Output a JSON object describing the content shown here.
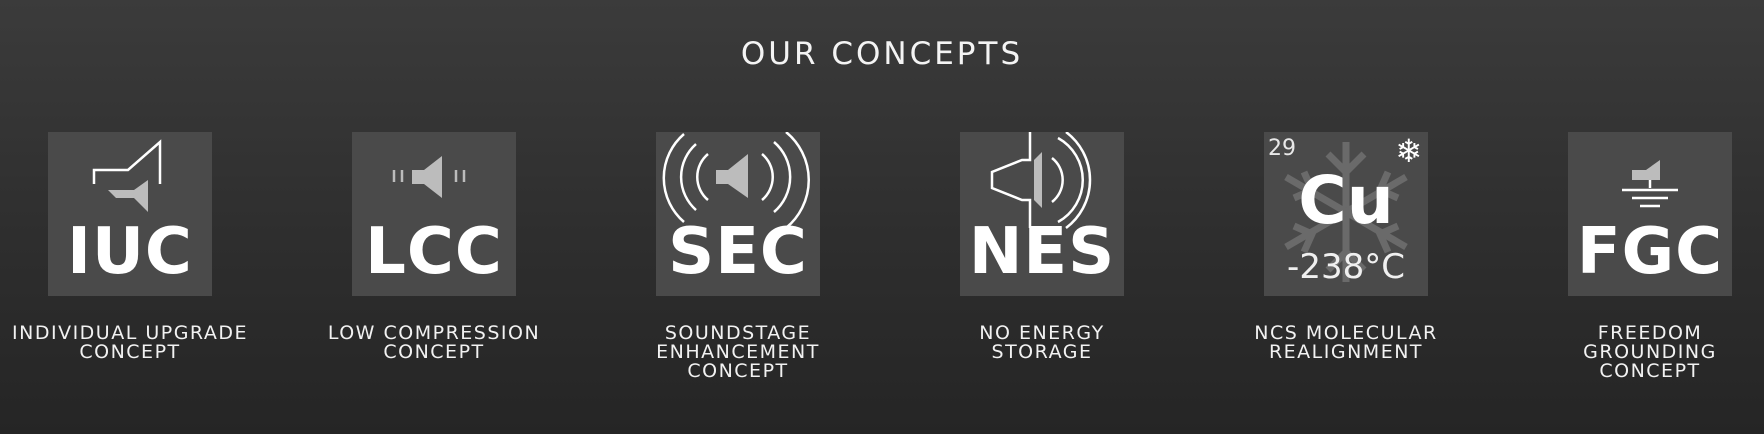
{
  "heading": "OUR CONCEPTS",
  "concepts": [
    {
      "abbr": "IUC",
      "label_lines": [
        "INDIVIDUAL UPGRADE",
        "CONCEPT"
      ],
      "icon": "speaker-outline-icon"
    },
    {
      "abbr": "LCC",
      "label_lines": [
        "LOW COMPRESSION",
        "CONCEPT"
      ],
      "icon": "speaker-compression-icon"
    },
    {
      "abbr": "SEC",
      "label_lines": [
        "SOUNDSTAGE",
        "ENHANCEMENT",
        "CONCEPT"
      ],
      "icon": "speaker-waves-icon"
    },
    {
      "abbr": "NES",
      "label_lines": [
        "NO ENERGY",
        "STORAGE"
      ],
      "icon": "speaker-energy-icon"
    },
    {
      "abbr": "",
      "label_lines": [
        "NCS MOLECULAR",
        "REALIGNMENT"
      ],
      "icon": "copper-element-icon",
      "element": {
        "number": "29",
        "symbol": "Cu",
        "temperature": "-238°C",
        "flake": "❄"
      }
    },
    {
      "abbr": "FGC",
      "label_lines": [
        "FREEDOM",
        "GROUNDING",
        "CONCEPT"
      ],
      "icon": "ground-symbol-icon"
    }
  ],
  "colors": {
    "background": "#333333",
    "tile": "#4a4a4a",
    "icon": "#bcbcbc",
    "text": "#ffffff"
  }
}
